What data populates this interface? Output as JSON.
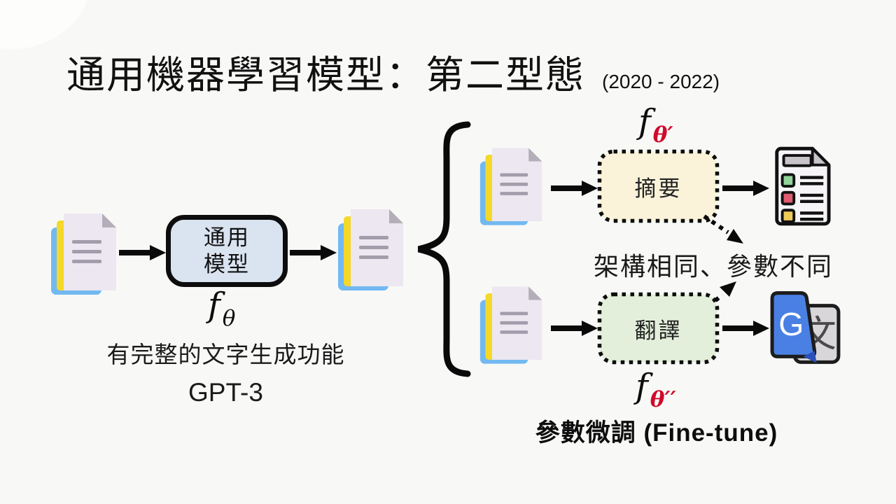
{
  "slide": {
    "title": "通用機器學習模型：第二型態",
    "years": "(2020 - 2022)",
    "background_color": "#f8f9f6",
    "text_color": "#161616",
    "accent_red": "#cf0a2c"
  },
  "general_model": {
    "input_icon": "document-stack-icon",
    "box_line1": "通用",
    "box_line2": "模型",
    "box_fill": "#dae3f0",
    "f_base": "f",
    "f_sub": "θ",
    "caption": "有完整的文字生成功能",
    "model_name": "GPT-3",
    "output_icon": "document-stack-icon"
  },
  "branches": {
    "note": "架構相同、參數不同",
    "fine_tune": "參數微調 (Fine-tune)",
    "summary": {
      "label": "摘要",
      "box_fill": "#faf3d9",
      "f_base": "f",
      "f_sub": "θ′",
      "input_icon": "document-stack-icon",
      "output_icon": "summary-report-icon"
    },
    "translation": {
      "label": "翻譯",
      "box_fill": "#e3efda",
      "f_base": "f",
      "f_sub": "θ′′",
      "input_icon": "document-stack-icon",
      "output_icon": "google-translate-icon",
      "translate_g": "G",
      "translate_glyph": "文"
    }
  }
}
